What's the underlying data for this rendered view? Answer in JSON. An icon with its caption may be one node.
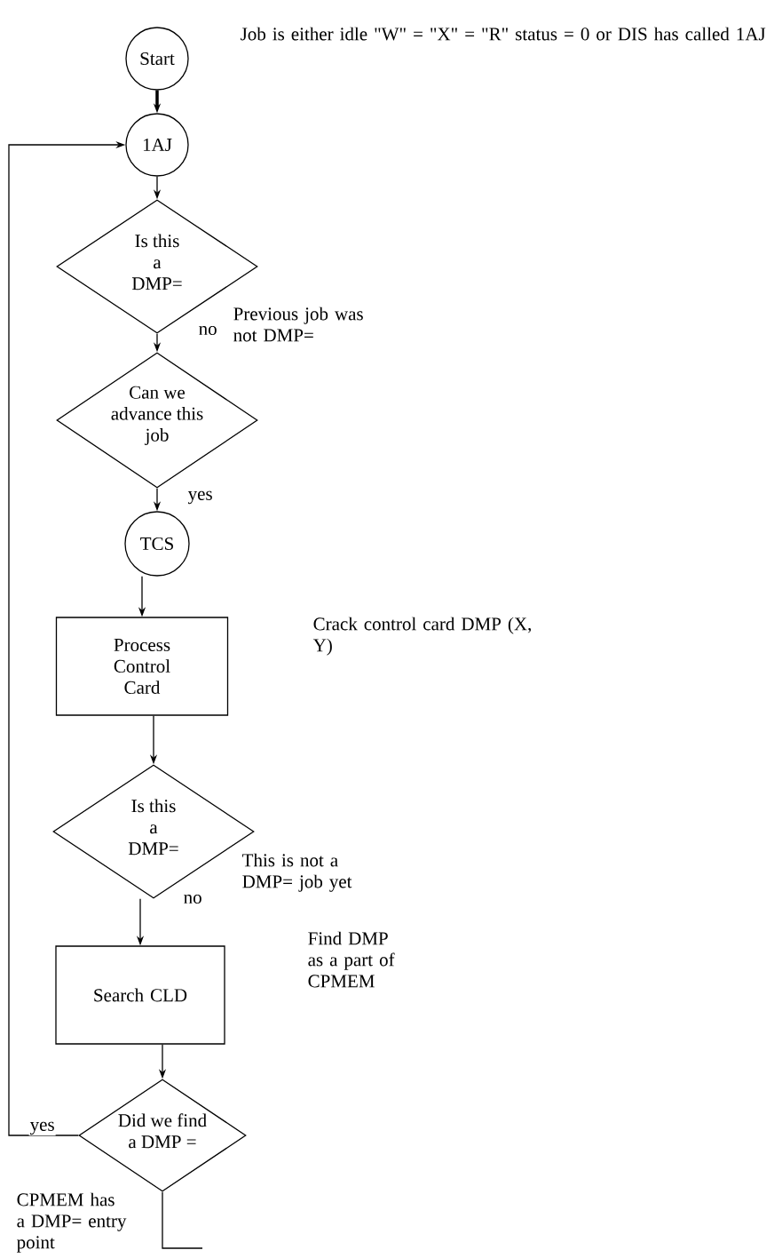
{
  "diagram": {
    "nodes": [
      {
        "text": [
          "Start"
        ]
      },
      {
        "text": [
          "1AJ"
        ]
      },
      {
        "text": [
          "Is this a DMP="
        ]
      },
      {
        "text": [
          "Can we advance this job"
        ]
      },
      {
        "text": [
          "TCS"
        ]
      },
      {
        "text": [
          "Process Control Card"
        ]
      },
      {
        "text": [
          "Is this a DMP="
        ]
      },
      {
        "text": [
          "Search CLD"
        ]
      },
      {
        "text": [
          "Did we find a DMP ="
        ]
      }
    ],
    "edges": [
      {
        "from": 0,
        "to": 1,
        "arrow": "to",
        "style": "thick"
      },
      {
        "from": 1,
        "to": 2,
        "arrow": "to"
      },
      {
        "from": 2,
        "to": 3,
        "arrow": "to",
        "label": "no"
      },
      {
        "from": 3,
        "to": 4,
        "arrow": "to",
        "label": "yes"
      },
      {
        "from": 4,
        "to": 5,
        "arrow": "to"
      },
      {
        "from": 5,
        "to": 6,
        "arrow": "to"
      },
      {
        "from": 6,
        "to": 7,
        "arrow": "to",
        "label": "no"
      },
      {
        "from": 7,
        "to": 8,
        "arrow": "to"
      },
      {
        "from": 8,
        "to": 1,
        "arrow": "to",
        "label": "yes"
      },
      {
        "from": 8,
        "to": null,
        "arrow": "none"
      }
    ],
    "labels": [
      "Job is either idle \"W\" = \"X\" = \"R\" status = 0 or DIS has called 1AJ",
      "Previous job was not DMP=",
      "Crack control card DMP (X, Y)",
      "This is not a DMP= job yet",
      "Find DMP as a part of CPMEM",
      "CPMEM has a DMP= entry point"
    ]
  }
}
